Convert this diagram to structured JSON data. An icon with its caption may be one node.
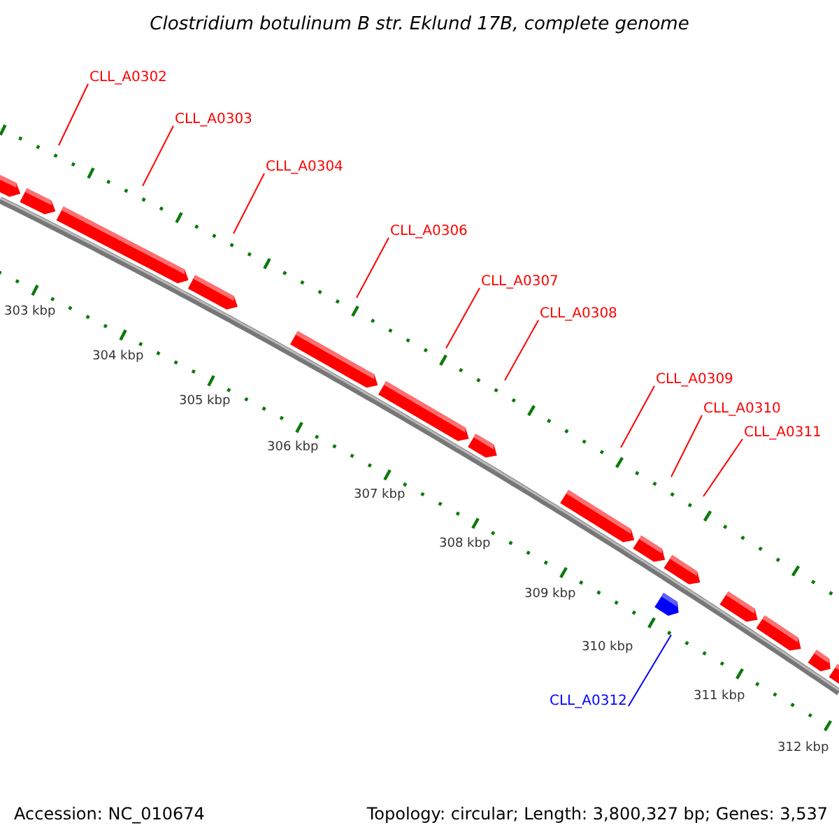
{
  "diagram": {
    "title": "Clostridium botulinum B str. Eklund 17B, complete genome",
    "nodes": [
      {
        "text": [
          "CLL_A0302"
        ]
      },
      {
        "text": [
          "CLL_A0303"
        ]
      },
      {
        "text": [
          "CLL_A0304"
        ]
      },
      {
        "text": [
          "CLL_A0306"
        ]
      },
      {
        "text": [
          "CLL_A0307"
        ]
      },
      {
        "text": [
          "CLL_A0308"
        ]
      },
      {
        "text": [
          "CLL_A0309"
        ]
      },
      {
        "text": [
          "CLL_A0310"
        ]
      },
      {
        "text": [
          "CLL_A0311"
        ]
      },
      {
        "text": [
          "CLL_A0312"
        ]
      }
    ],
    "edges": [
      {
        "from": 0,
        "to": null,
        "arrow": "none"
      },
      {
        "from": 1,
        "to": null,
        "arrow": "none"
      },
      {
        "from": 2,
        "to": null,
        "arrow": "none"
      },
      {
        "from": 3,
        "to": null,
        "arrow": "none"
      },
      {
        "from": 4,
        "to": null,
        "arrow": "none"
      },
      {
        "from": 5,
        "to": null,
        "arrow": "none"
      },
      {
        "from": 6,
        "to": null,
        "arrow": "none"
      },
      {
        "from": 7,
        "to": null,
        "arrow": "none"
      },
      {
        "from": 8,
        "to": null,
        "arrow": "none"
      },
      {
        "from": 9,
        "to": null,
        "arrow": "none",
        "color": "#0000ff"
      }
    ],
    "labels": [
      "303 kbp",
      "304 kbp",
      "305 kbp",
      "306 kbp",
      "307 kbp",
      "308 kbp",
      "309 kbp",
      "310 kbp",
      "311 kbp",
      "312 kbp",
      "Accession: NC_010674",
      "Topology: circular; Length: 3,800,327 bp; Genes: 3,537"
    ]
  }
}
